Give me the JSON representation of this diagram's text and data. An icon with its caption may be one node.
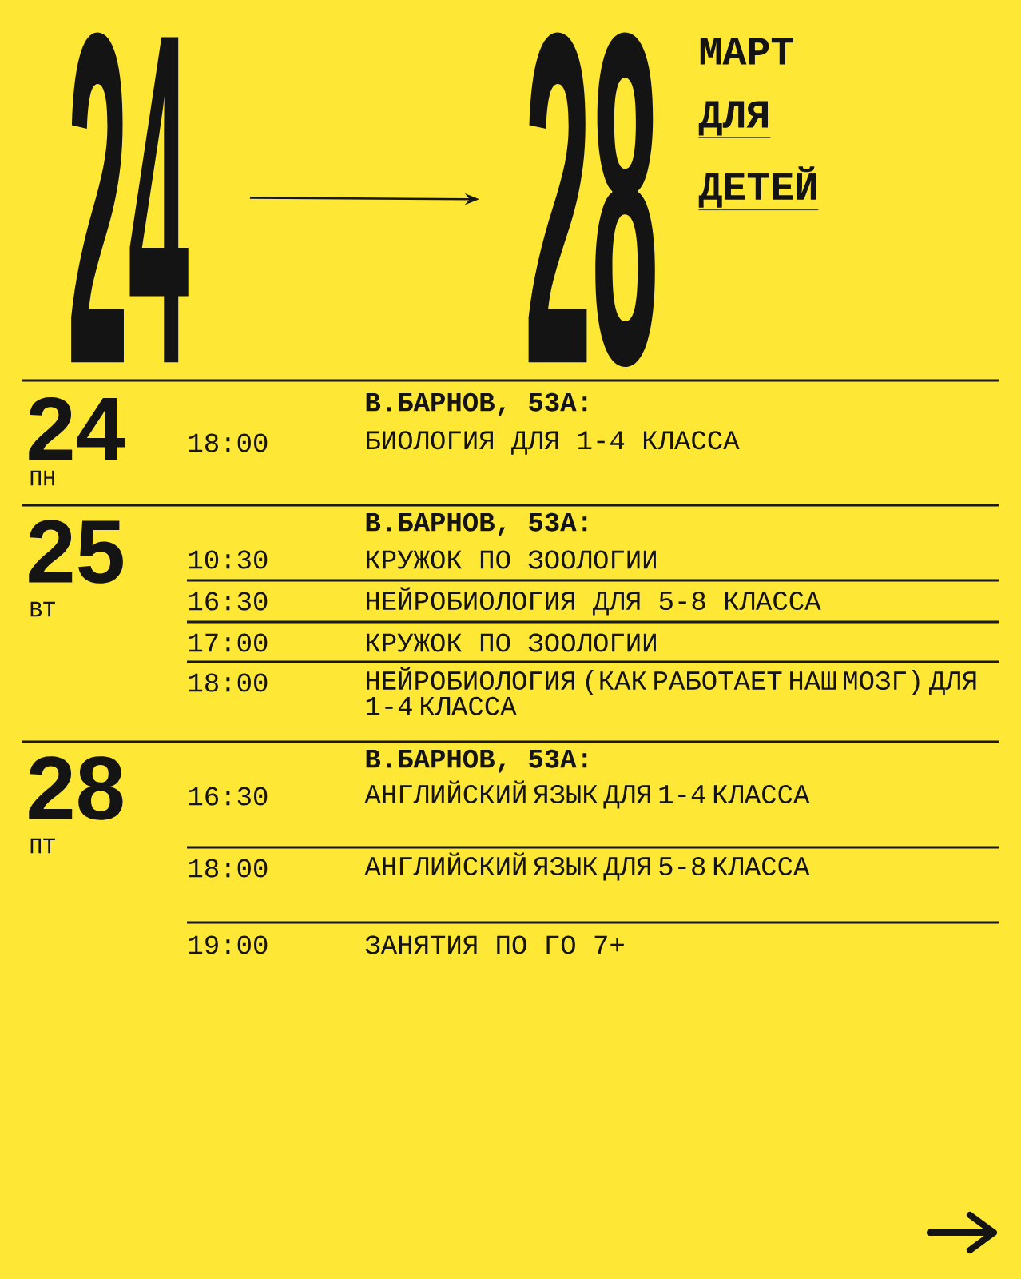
{
  "diagram": {
    "nodes": [
      {
        "text": [
          "24"
        ]
      },
      {
        "text": [
          "28"
        ]
      }
    ],
    "edges": [
      {
        "from": 0,
        "to": 1,
        "arrow": "to"
      }
    ],
    "labels": [
      "МАРТ",
      "ДЛЯ",
      "ДЕТЕЙ",
      "24",
      "ПН",
      "В.БАРНОВ, 53А:",
      "18:00",
      "БИОЛОГИЯ ДЛЯ 1-4 КЛАССА",
      "25",
      "ВТ",
      "В.БАРНОВ, 53А:",
      "10:30",
      "КРУЖОК ПО ЗООЛОГИИ",
      "16:30",
      "НЕЙРОБИОЛОГИЯ ДЛЯ 5-8 КЛАССА",
      "17:00",
      "КРУЖОК ПО ЗООЛОГИИ",
      "18:00",
      "НЕЙРОБИОЛОГИЯ (КАК РАБОТАЕТ НАШ МОЗГ) ДЛЯ 1-4 КЛАССА",
      "28",
      "ПТ",
      "В.БАРНОВ, 53А:",
      "16:30",
      "АНГЛИЙСКИЙ ЯЗЫК ДЛЯ 1-4 КЛАССА",
      "18:00",
      "АНГЛИЙСКИЙ ЯЗЫК ДЛЯ 5-8 КЛАССА",
      "19:00",
      "ЗАНЯТИЯ ПО ГО 7+"
    ]
  }
}
